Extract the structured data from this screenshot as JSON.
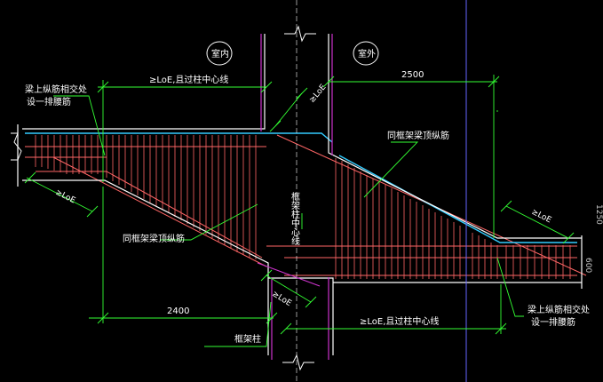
{
  "zones": {
    "indoor": "室内",
    "outdoor": "室外"
  },
  "dimensions": {
    "top_left": "≥LoE,且过柱中心线",
    "top_right": "2500",
    "bottom_left": "2400",
    "bottom_right": "≥LoE,且过柱中心线",
    "left_anchor": "≥LoE",
    "right_anchor": "≥LoE",
    "mid_anchor_top": "≥LoE",
    "mid_anchor_bottom": "≥LoE",
    "edge_right_top": "1250",
    "edge_right_bottom": "600"
  },
  "annotations": {
    "left_top_line1": "梁上纵筋相交处",
    "left_top_line2": "设一排腰筋",
    "right_bottom_line1": "梁上纵筋相交处",
    "right_bottom_line2": "设一排腰筋",
    "upper_rebar": "同框架梁顶纵筋",
    "lower_rebar": "同框架梁顶纵筋",
    "column_centerline": "框架柱中心线",
    "frame_column": "框架柱"
  },
  "colors": {
    "background": "#000000",
    "outline": "#ffffff",
    "column_lines": "#cc33cc",
    "rebar": "#ff6666",
    "top_bar": "#33ccff",
    "dimension": "#33ff33",
    "centerline": "#6666ff"
  }
}
